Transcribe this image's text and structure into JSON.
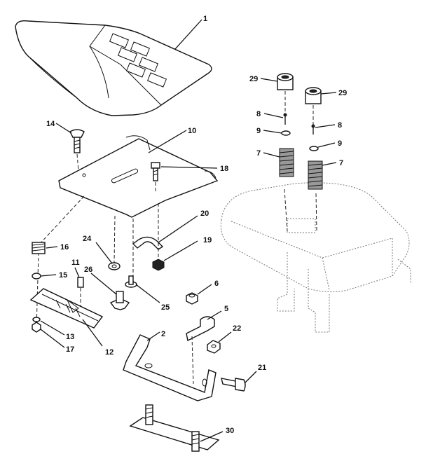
{
  "callouts": [
    {
      "id": "c1",
      "label": "1"
    },
    {
      "id": "c14",
      "label": "14"
    },
    {
      "id": "c10",
      "label": "10"
    },
    {
      "id": "c18",
      "label": "18"
    },
    {
      "id": "c29a",
      "label": "29"
    },
    {
      "id": "c29b",
      "label": "29"
    },
    {
      "id": "c8a",
      "label": "8"
    },
    {
      "id": "c8b",
      "label": "8"
    },
    {
      "id": "c9a",
      "label": "9"
    },
    {
      "id": "c9b",
      "label": "9"
    },
    {
      "id": "c7a",
      "label": "7"
    },
    {
      "id": "c7b",
      "label": "7"
    },
    {
      "id": "c20",
      "label": "20"
    },
    {
      "id": "c16",
      "label": "16"
    },
    {
      "id": "c24",
      "label": "24"
    },
    {
      "id": "c19",
      "label": "19"
    },
    {
      "id": "c15",
      "label": "15"
    },
    {
      "id": "c11",
      "label": "11"
    },
    {
      "id": "c26",
      "label": "26"
    },
    {
      "id": "c6",
      "label": "6"
    },
    {
      "id": "c25",
      "label": "25"
    },
    {
      "id": "c5",
      "label": "5"
    },
    {
      "id": "c22",
      "label": "22"
    },
    {
      "id": "c13",
      "label": "13"
    },
    {
      "id": "c17",
      "label": "17"
    },
    {
      "id": "c12",
      "label": "12"
    },
    {
      "id": "c2",
      "label": "2"
    },
    {
      "id": "c21",
      "label": "21"
    },
    {
      "id": "c30",
      "label": "30"
    }
  ]
}
